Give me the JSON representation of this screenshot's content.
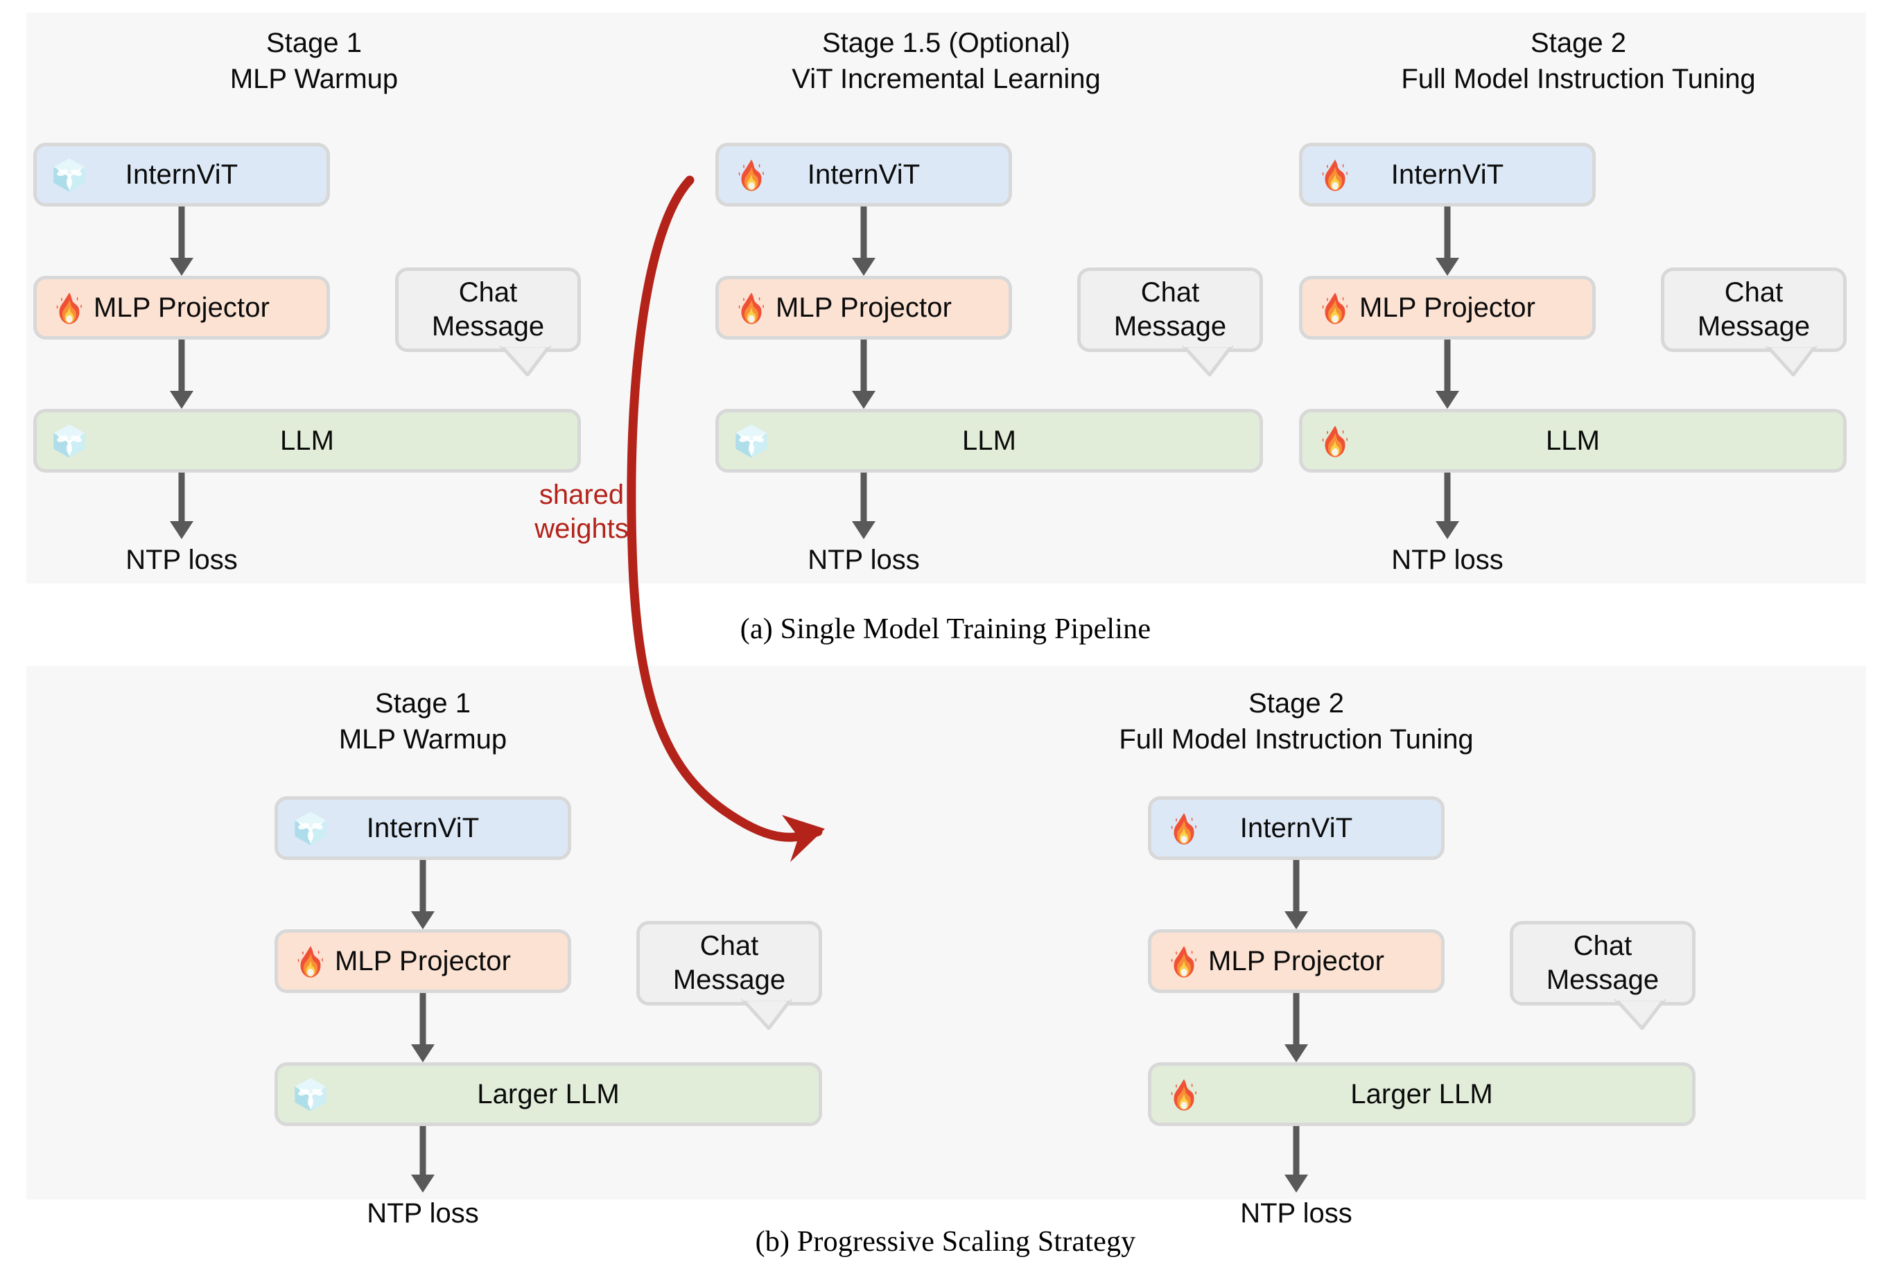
{
  "figure": {
    "caption_a": "(a) Single Model Training Pipeline",
    "caption_b": "(b) Progressive Scaling Strategy",
    "shared_weights_label": "shared\nweights",
    "shared_weights_line1": "shared",
    "shared_weights_line2": "weights",
    "accent_red": "#b3231a",
    "panel_bg": "#f7f7f7",
    "arrow_gray": "#595959"
  },
  "icons": {
    "frozen": "frozen-snowflake-cube-icon",
    "trainable": "fire-icon",
    "bubble_tail": "speech-bubble-tail-icon",
    "shared_weights_arrow": "curved-red-arrow-icon"
  },
  "panel_a": {
    "columns": [
      {
        "title_line1": "Stage 1",
        "title_line2": "MLP Warmup",
        "boxes": [
          {
            "label": "InternViT",
            "state": "frozen",
            "kind": "vit"
          },
          {
            "label": "MLP Projector",
            "state": "trainable",
            "kind": "mlp"
          },
          {
            "label": "LLM",
            "state": "frozen",
            "kind": "llm"
          }
        ],
        "bubble": {
          "line1": "Chat",
          "line2": "Message"
        },
        "loss": "NTP loss"
      },
      {
        "title_line1": "Stage 1.5 (Optional)",
        "title_line2": "ViT Incremental Learning",
        "boxes": [
          {
            "label": "InternViT",
            "state": "trainable",
            "kind": "vit"
          },
          {
            "label": "MLP Projector",
            "state": "trainable",
            "kind": "mlp"
          },
          {
            "label": "LLM",
            "state": "frozen",
            "kind": "llm"
          }
        ],
        "bubble": {
          "line1": "Chat",
          "line2": "Message"
        },
        "loss": "NTP loss"
      },
      {
        "title_line1": "Stage 2",
        "title_line2": "Full Model Instruction Tuning",
        "boxes": [
          {
            "label": "InternViT",
            "state": "trainable",
            "kind": "vit"
          },
          {
            "label": "MLP Projector",
            "state": "trainable",
            "kind": "mlp"
          },
          {
            "label": "LLM",
            "state": "trainable",
            "kind": "llm"
          }
        ],
        "bubble": {
          "line1": "Chat",
          "line2": "Message"
        },
        "loss": "NTP loss"
      }
    ]
  },
  "panel_b": {
    "columns": [
      {
        "title_line1": "Stage 1",
        "title_line2": "MLP Warmup",
        "boxes": [
          {
            "label": "InternViT",
            "state": "frozen",
            "kind": "vit"
          },
          {
            "label": "MLP Projector",
            "state": "trainable",
            "kind": "mlp"
          },
          {
            "label": "Larger LLM",
            "state": "frozen",
            "kind": "llm"
          }
        ],
        "bubble": {
          "line1": "Chat",
          "line2": "Message"
        },
        "loss": "NTP loss"
      },
      {
        "title_line1": "Stage 2",
        "title_line2": "Full Model Instruction Tuning",
        "boxes": [
          {
            "label": "InternViT",
            "state": "trainable",
            "kind": "vit"
          },
          {
            "label": "MLP Projector",
            "state": "trainable",
            "kind": "mlp"
          },
          {
            "label": "Larger LLM",
            "state": "trainable",
            "kind": "llm"
          }
        ],
        "bubble": {
          "line1": "Chat",
          "line2": "Message"
        },
        "loss": "NTP loss"
      }
    ]
  }
}
